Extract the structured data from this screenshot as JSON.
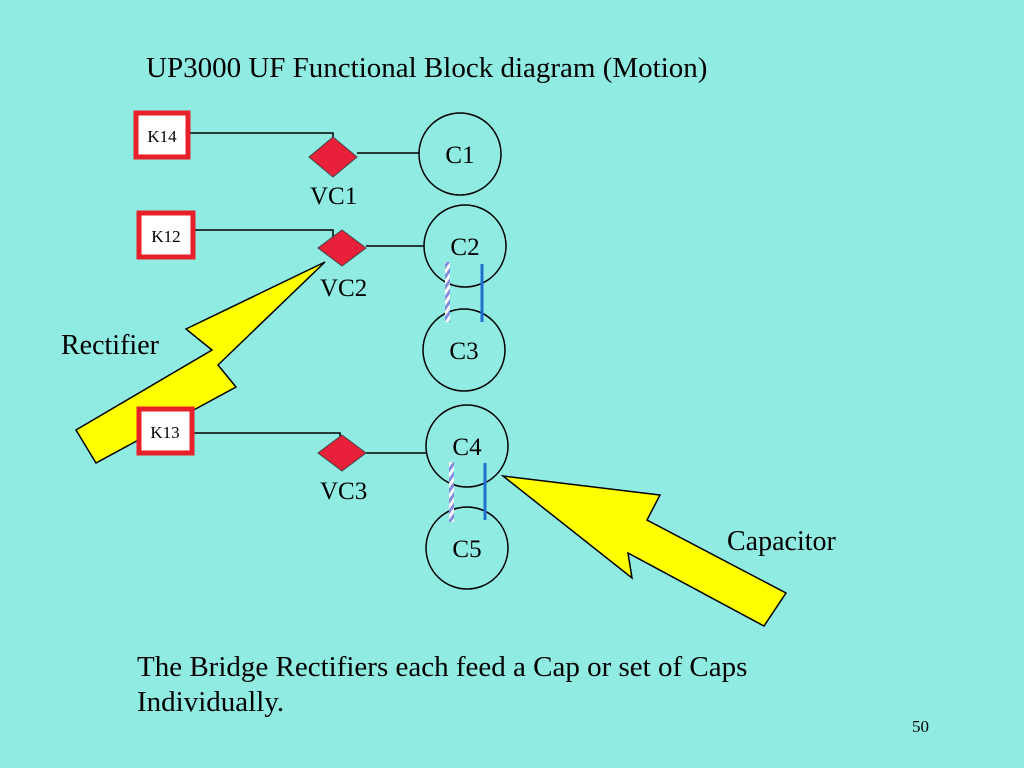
{
  "title": "UP3000 UF Functional Block diagram (Motion)",
  "relays": [
    "K14",
    "K12",
    "K13"
  ],
  "rectifiers": [
    "VC1",
    "VC2",
    "VC3"
  ],
  "capacitors": [
    "C1",
    "C2",
    "C3",
    "C4",
    "C5"
  ],
  "callouts": {
    "rectifier": "Rectifier",
    "capacitor": "Capacitor"
  },
  "footer": {
    "line1": "The Bridge Rectifiers each feed a Cap or set of Caps",
    "line2": "Individually."
  },
  "slide_number": "50",
  "colors": {
    "background": "#90ECE2",
    "relay_border": "#E8202A",
    "diamond": "#E8203A",
    "arrow": "#FFFF00",
    "capacitor_link": "#1E6FD0"
  }
}
